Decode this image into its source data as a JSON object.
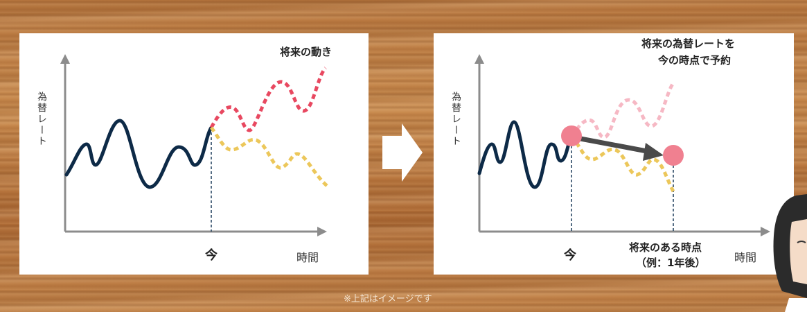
{
  "left_panel": {
    "title": "将来の動き",
    "y_axis_label": "為替レート",
    "x_axis_label": "時間",
    "now_label": "今"
  },
  "right_panel": {
    "title_line1": "将来の為替レートを",
    "title_line2": "今の時点で予約",
    "y_axis_label": "為替レート",
    "x_axis_label": "時間",
    "now_label": "今",
    "future_label_line1": "将来のある時点",
    "future_label_line2": "（例：1年後）"
  },
  "footnote": "※上記はイメージです",
  "arrow_between_panels": "right-arrow",
  "colors": {
    "rate_line": "#0d2a47",
    "up_dotted": "#e84860",
    "down_dotted": "#ecc75a",
    "marker": "#f08090",
    "forward_arrow": "#4a4a4a",
    "axis": "#8c8c8c",
    "now_dash": "#1b3c5a"
  }
}
